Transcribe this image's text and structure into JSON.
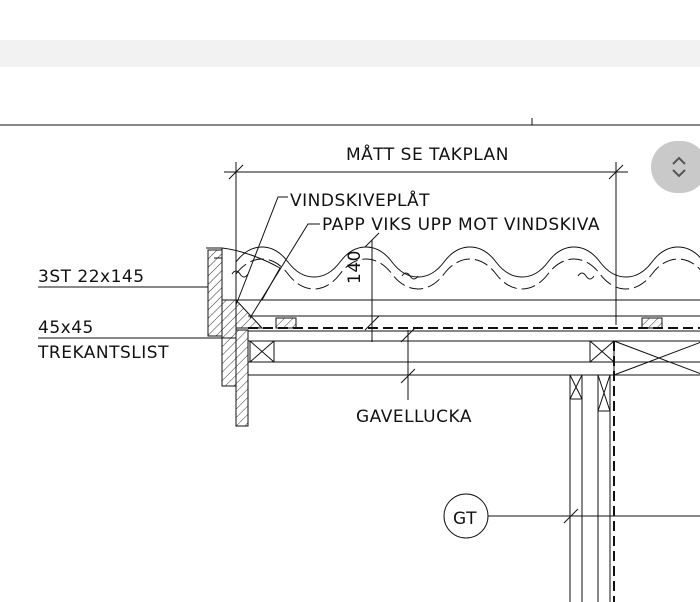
{
  "viewer": {
    "scroll_control_icon": "up-down-chevron-icon"
  },
  "drawing": {
    "labels": {
      "dimension": "MÅTT SE TAKPLAN",
      "vindskiveplat": "VINDSKIVEPLÅT",
      "papp": "PAPP VIKS UPP MOT VINDSKIVA",
      "st22": "3ST 22x145",
      "batten": "45x45",
      "trekantslist": "TREKANTSLIST",
      "gavellucka": "GAVELLUCKA",
      "gt": "GT",
      "height_dim": "140"
    },
    "colors": {
      "line": "#111111",
      "hatch": "#333333",
      "background": "#ffffff"
    }
  }
}
